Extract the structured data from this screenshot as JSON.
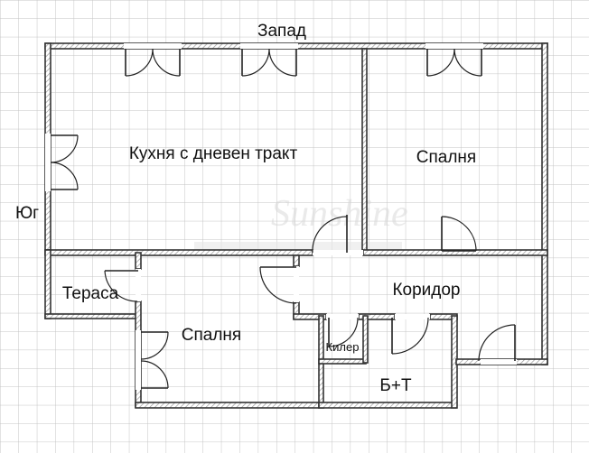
{
  "orientation": {
    "west_label": "Запад",
    "south_label": "Юг"
  },
  "rooms": {
    "kitchen_label": "Кухня с дневен тракт",
    "bedroom_main_label": "Спалня",
    "terrace_label": "Тераса",
    "bedroom_second_label": "Спалня",
    "corridor_label": "Коридор",
    "pantry_label": "Килер",
    "bathroom_label": "Б+Т"
  },
  "colors": {
    "grid_line": "#c4c4c4",
    "wall_outline": "#333333",
    "wall_hatch": "#9a9a9a"
  }
}
